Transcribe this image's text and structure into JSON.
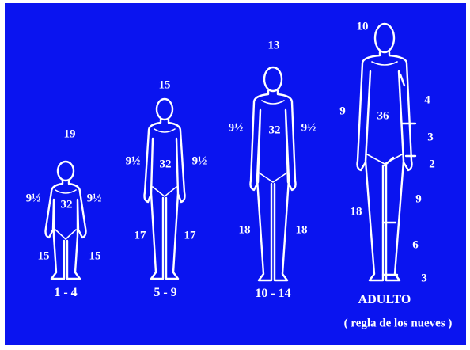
{
  "colors": {
    "background": "#0a14f0",
    "outline": "#ffffff",
    "marker": "#ff2020"
  },
  "figures": [
    {
      "id": "age-1-4",
      "caption": "1 - 4",
      "head": "19",
      "trunk": "32",
      "arm_left": "9½",
      "arm_right": "9½",
      "leg_left": "15",
      "leg_right": "15"
    },
    {
      "id": "age-5-9",
      "caption": "5 - 9",
      "head": "15",
      "trunk": "32",
      "arm_left": "9½",
      "arm_right": "9½",
      "leg_left": "17",
      "leg_right": "17"
    },
    {
      "id": "age-10-14",
      "caption": "10 - 14",
      "head": "13",
      "trunk": "32",
      "arm_left": "9½",
      "arm_right": "9½",
      "leg_left": "18",
      "leg_right": "18"
    },
    {
      "id": "adult",
      "caption": "ADULTO",
      "head": "10",
      "trunk": "36",
      "arm_left": "9",
      "leg_left": "18",
      "right_labels": [
        "4",
        "3",
        "2",
        "9",
        "6",
        "3"
      ]
    }
  ],
  "footnote": "( regla de los nueves )"
}
